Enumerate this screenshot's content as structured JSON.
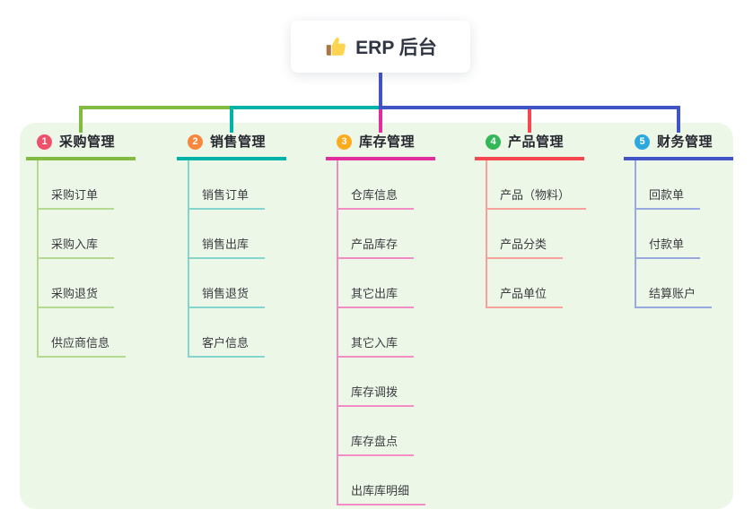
{
  "canvas": {
    "background": "#ffffff",
    "panel_background": "#ecf7e8"
  },
  "root": {
    "label": "ERP 后台",
    "icon": "thumbs-up-icon",
    "stem_color": "#4253c5"
  },
  "branches": [
    {
      "number": "1",
      "title": "采购管理",
      "badge_color": "#f05069",
      "line_color": "#82bb41",
      "child_line_color": "#b4da8f",
      "children": [
        "采购订单",
        "采购入库",
        "采购退货",
        "供应商信息"
      ]
    },
    {
      "number": "2",
      "title": "销售管理",
      "badge_color": "#f8863d",
      "line_color": "#00b3a6",
      "child_line_color": "#84d6cc",
      "children": [
        "销售订单",
        "销售出库",
        "销售退货",
        "客户信息"
      ]
    },
    {
      "number": "3",
      "title": "库存管理",
      "badge_color": "#fbab1c",
      "line_color": "#e02f9b",
      "child_line_color": "#f18cc5",
      "children": [
        "仓库信息",
        "产品库存",
        "其它出库",
        "其它入库",
        "库存调拨",
        "库存盘点",
        "出库库明细"
      ]
    },
    {
      "number": "4",
      "title": "产品管理",
      "badge_color": "#33b857",
      "line_color": "#f5484e",
      "child_line_color": "#f7a19c",
      "children": [
        "产品（物料）",
        "产品分类",
        "产品单位"
      ]
    },
    {
      "number": "5",
      "title": "财务管理",
      "badge_color": "#2ba8e0",
      "line_color": "#4253c5",
      "child_line_color": "#98a9e1",
      "children": [
        "回款单",
        "付款单",
        "结算账户"
      ]
    }
  ]
}
